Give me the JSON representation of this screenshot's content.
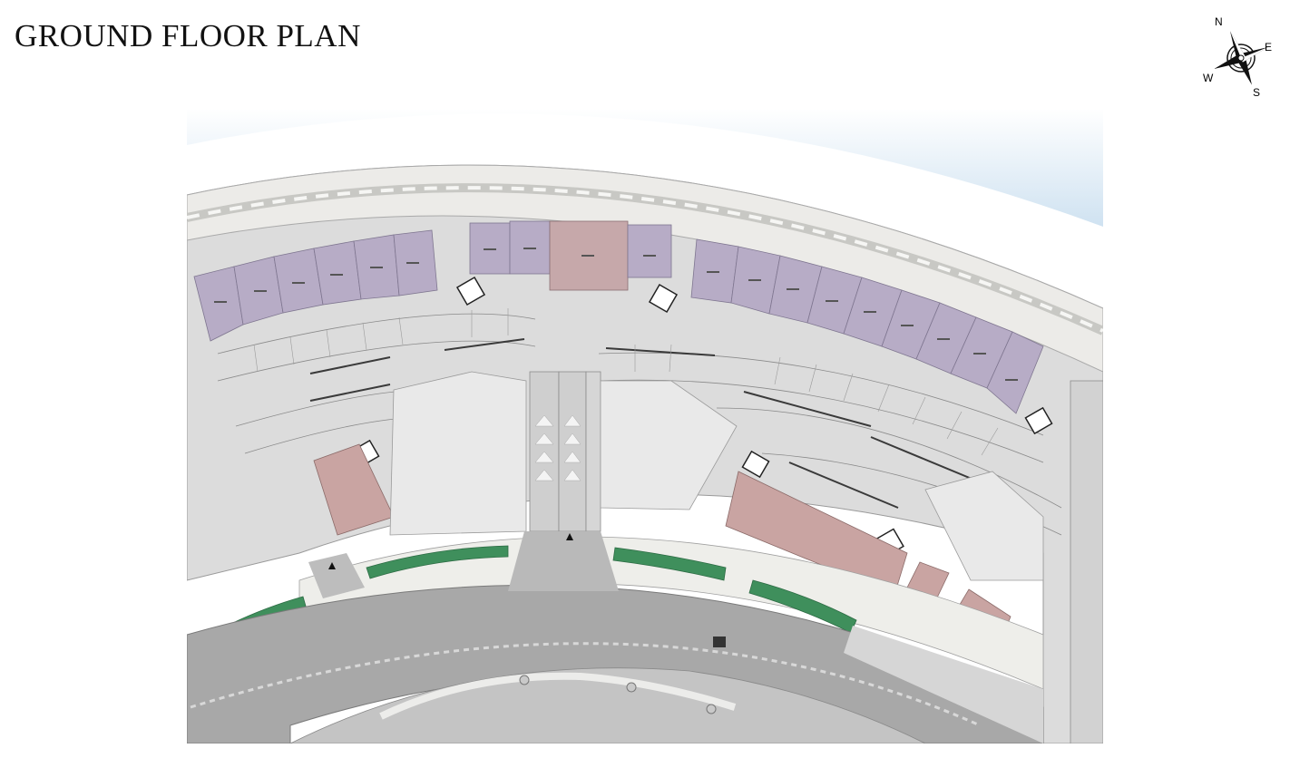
{
  "title": "GROUND FLOOR PLAN",
  "compass": {
    "north": "N",
    "east": "E",
    "south": "S",
    "west": "W",
    "icon": "compass-rose-icon"
  },
  "colors": {
    "retail_unit": "#b7acc6",
    "retail_unit_alt": "#c6a8aa",
    "large_shop": "#c9a4a2",
    "landscape": "#3f8f5c",
    "road": "#a6a6a6",
    "parking_floor": "#dddddd",
    "promenade": "#e8e8e6",
    "water": "#cfe2f1"
  }
}
